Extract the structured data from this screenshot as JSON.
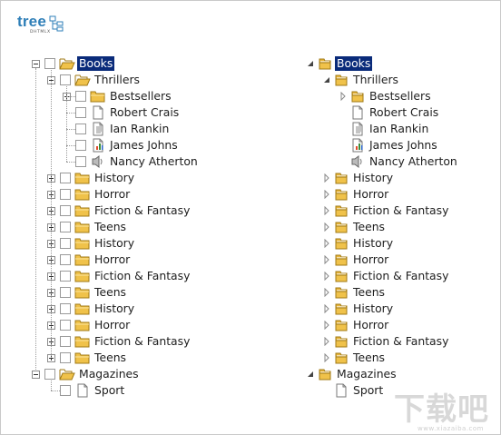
{
  "logo": {
    "text": "tree",
    "sub": "DHTMLX"
  },
  "watermark": {
    "text": "下载吧",
    "url": "www.xiazaiba.com"
  },
  "colors": {
    "selection_bg": "#0a2b7a",
    "folder": "#f0c24a",
    "logo": "#2f7fb8"
  },
  "tree": {
    "root": {
      "label": "Books",
      "selected": true,
      "expanded": true
    },
    "thrillers": {
      "label": "Thrillers",
      "expanded": true
    },
    "thriller_items": [
      {
        "label": "Bestsellers",
        "icon": "folder",
        "expandable": true
      },
      {
        "label": "Robert Crais",
        "icon": "document"
      },
      {
        "label": "Ian Rankin",
        "icon": "document-lines"
      },
      {
        "label": "James Johns",
        "icon": "chart"
      },
      {
        "label": "Nancy Atherton",
        "icon": "audio"
      }
    ],
    "categories": [
      {
        "label": "History"
      },
      {
        "label": "Horror"
      },
      {
        "label": "Fiction & Fantasy"
      },
      {
        "label": "Teens"
      },
      {
        "label": "History"
      },
      {
        "label": "Horror"
      },
      {
        "label": "Fiction & Fantasy"
      },
      {
        "label": "Teens"
      },
      {
        "label": "History"
      },
      {
        "label": "Horror"
      },
      {
        "label": "Fiction & Fantasy"
      },
      {
        "label": "Teens"
      }
    ],
    "magazines": {
      "label": "Magazines",
      "expanded": true
    },
    "magazine_items": [
      {
        "label": "Sport",
        "icon": "document"
      }
    ]
  }
}
